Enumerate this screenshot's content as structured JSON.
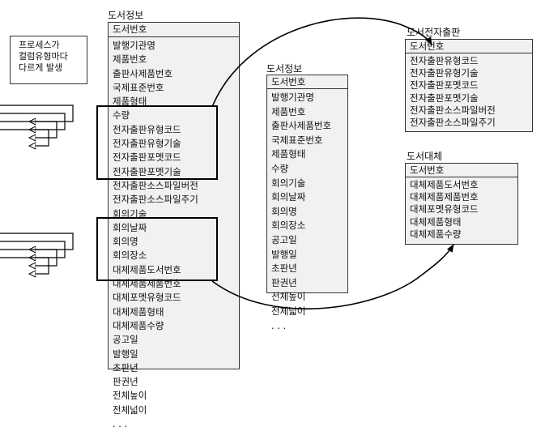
{
  "note": {
    "lines": [
      "프로세스가",
      "컬럼유형마다",
      "다르게 발생"
    ]
  },
  "entity_main": {
    "title": "도서정보",
    "key": "도서번호",
    "fields": [
      "발행기관명",
      "제품번호",
      "출판사제품번호",
      "국제표준번호",
      "제품형태",
      "수량",
      "전자출판유형코드",
      "전자출판유형기술",
      "전자출판포멧코드",
      "전자출판포멧기술",
      "전자출판소스파일버전",
      "전자출판소스파일주기",
      "회의기술",
      "회의날짜",
      "회의명",
      "회의장소",
      "대체제품도서번호",
      "대체제품제품번호",
      "대체포멧유형코드",
      "대체제품형태",
      "대체제품수량",
      "공고일",
      "발행일",
      "초판년",
      "판권년",
      "전체높이",
      "전체넓이",
      ". . ."
    ]
  },
  "entity_info": {
    "title": "도서정보",
    "key": "도서번호",
    "fields": [
      "발행기관명",
      "제품번호",
      "출판사제품번호",
      "국제표준번호",
      "제품형태",
      "수량",
      "회의기술",
      "회의날짜",
      "회의명",
      "회의장소",
      "공고일",
      "발행일",
      "초판년",
      "판권년",
      "전체높이",
      "전체넓이",
      ". . ."
    ]
  },
  "entity_epub": {
    "title": "도서전자출판",
    "key": "도서번호",
    "fields": [
      "전자출판유형코드",
      "전자출판유형기술",
      "전자출판포멧코드",
      "전자출판포멧기술",
      "전자출판소스파일버전",
      "전자출판소스파일주기"
    ]
  },
  "entity_alt": {
    "title": "도서대체",
    "key": "도서번호",
    "fields": [
      "대체제품도서번호",
      "대체제품제품번호",
      "대체포멧유형코드",
      "대체제품형태",
      "대체제품수량"
    ]
  }
}
